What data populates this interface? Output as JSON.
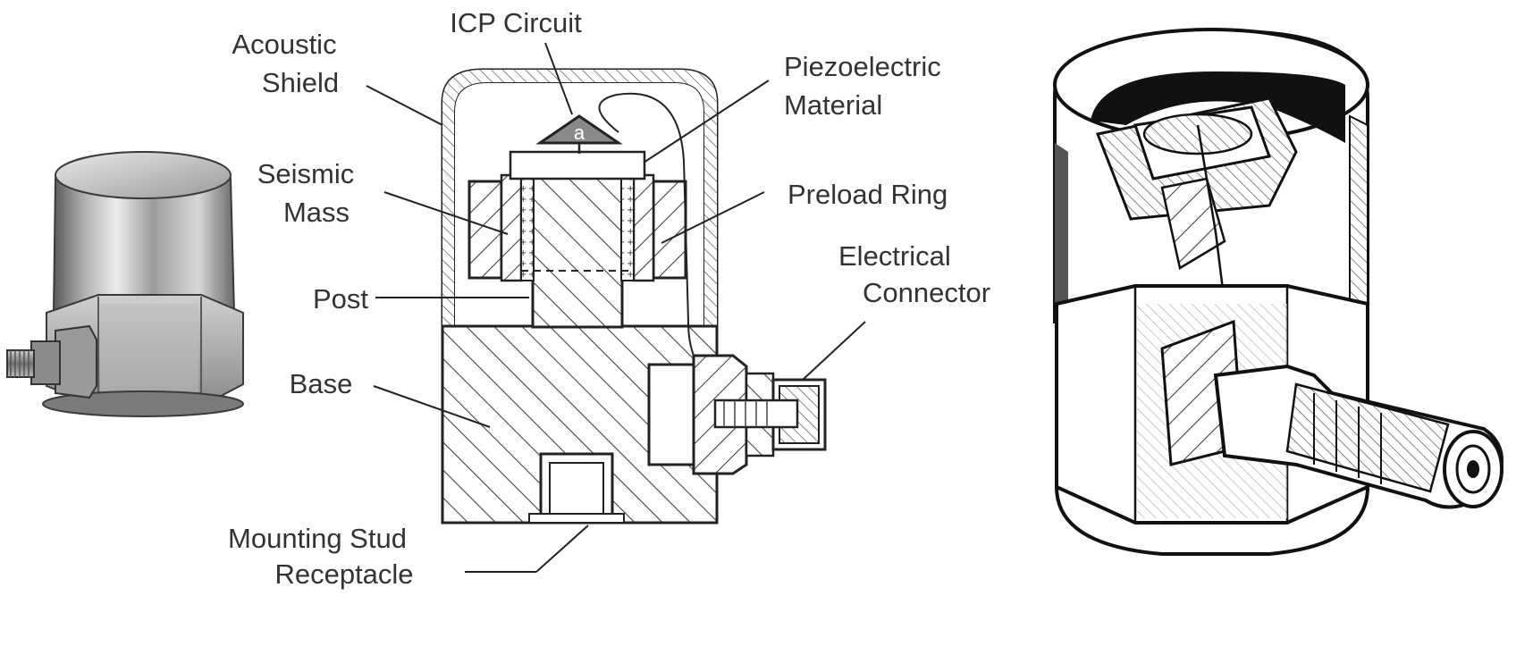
{
  "labels": {
    "icp_circuit": "ICP Circuit",
    "acoustic_shield_1": "Acoustic",
    "acoustic_shield_2": "Shield",
    "piezoelectric_1": "Piezoelectric",
    "piezoelectric_2": "Material",
    "seismic_mass_1": "Seismic",
    "seismic_mass_2": "Mass",
    "preload_ring": "Preload Ring",
    "electrical_connector_1": "Electrical",
    "electrical_connector_2": "Connector",
    "post": "Post",
    "base": "Base",
    "mounting_stud_1": "Mounting Stud",
    "mounting_stud_2": "Receptacle",
    "amp_symbol": "a"
  },
  "colors": {
    "line": "#222222",
    "label": "#333333",
    "hatch": "#444444",
    "amp_fill": "#8a8a8a",
    "metal_light": "#e4e4e4",
    "metal_mid": "#a9a9a9",
    "metal_dark": "#5a5a5a"
  }
}
